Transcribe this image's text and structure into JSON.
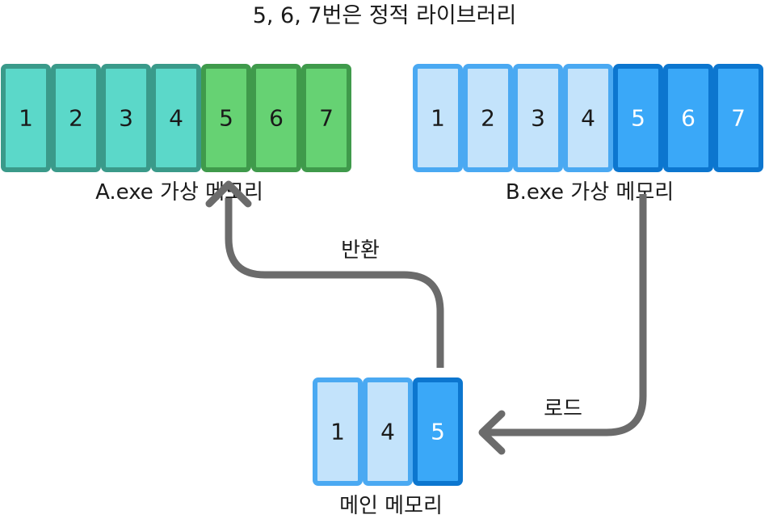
{
  "title": "5, 6, 7번은 정적 라이브러리",
  "colors": {
    "teal_fill": "#5bd8c9",
    "teal_border": "#3a9a8a",
    "green_fill": "#66d273",
    "green_border": "#3f9a4b",
    "light_blue_fill": "#c3e3fb",
    "light_blue_border": "#4aa9f2",
    "blue_fill": "#3aa8f8",
    "blue_border": "#0c76cf",
    "arrow": "#6b6b6b",
    "text": "#1a1a1a"
  },
  "memories": [
    {
      "id": "a-exe-memory",
      "caption": "A.exe 가상 메모리",
      "cells": [
        {
          "label": "1",
          "type": "teal"
        },
        {
          "label": "2",
          "type": "teal"
        },
        {
          "label": "3",
          "type": "teal"
        },
        {
          "label": "4",
          "type": "teal"
        },
        {
          "label": "5",
          "type": "green"
        },
        {
          "label": "6",
          "type": "green"
        },
        {
          "label": "7",
          "type": "green"
        }
      ]
    },
    {
      "id": "b-exe-memory",
      "caption": "B.exe 가상 메모리",
      "cells": [
        {
          "label": "1",
          "type": "light_blue"
        },
        {
          "label": "2",
          "type": "light_blue"
        },
        {
          "label": "3",
          "type": "light_blue"
        },
        {
          "label": "4",
          "type": "light_blue"
        },
        {
          "label": "5",
          "type": "blue"
        },
        {
          "label": "6",
          "type": "blue"
        },
        {
          "label": "7",
          "type": "blue"
        }
      ]
    },
    {
      "id": "main-memory",
      "caption": "메인 메모리",
      "cells": [
        {
          "label": "1",
          "type": "light_blue"
        },
        {
          "label": "4",
          "type": "light_blue"
        },
        {
          "label": "5",
          "type": "blue"
        }
      ]
    }
  ],
  "edges": [
    {
      "id": "edge-load",
      "label": "로드",
      "from": "b-exe-memory",
      "to": "main-memory"
    },
    {
      "id": "edge-return",
      "label": "반환",
      "from": "main-memory",
      "to": "a-exe-memory"
    }
  ]
}
